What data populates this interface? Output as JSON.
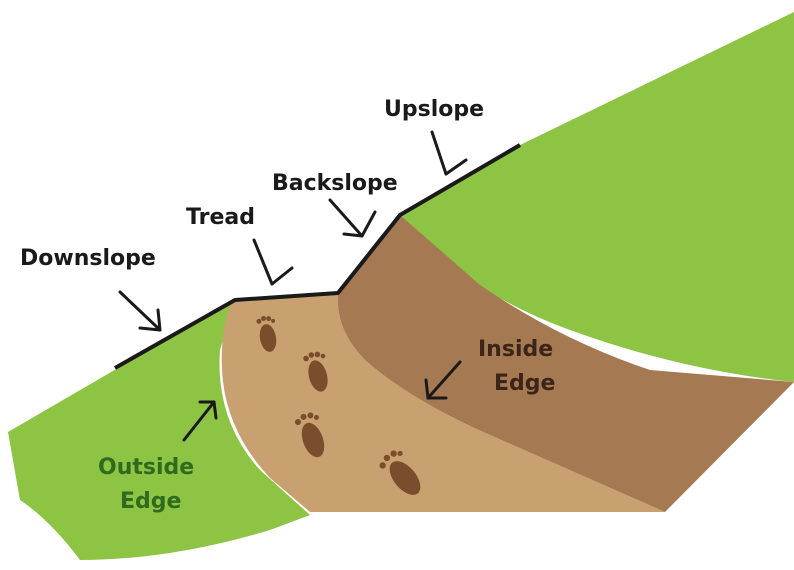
{
  "labels": {
    "downslope": "Downslope",
    "tread": "Tread",
    "backslope": "Backslope",
    "upslope": "Upslope",
    "inside_edge_line1": "Inside",
    "inside_edge_line2": "Edge",
    "outside_edge_line1": "Outside",
    "outside_edge_line2": "Edge"
  },
  "colors": {
    "grass": "#8dc443",
    "tread_fill": "#c9a070",
    "backslope_fill": "#a57a52",
    "footprint": "#7a4e2c",
    "lines": "#1a1a1a",
    "label_dark": "#1a1a1a",
    "label_green": "#2f6a1e",
    "label_inside": "#3b2418"
  },
  "icons": {
    "footprints": "footprint-icon",
    "arrows": "arrow-icon"
  }
}
